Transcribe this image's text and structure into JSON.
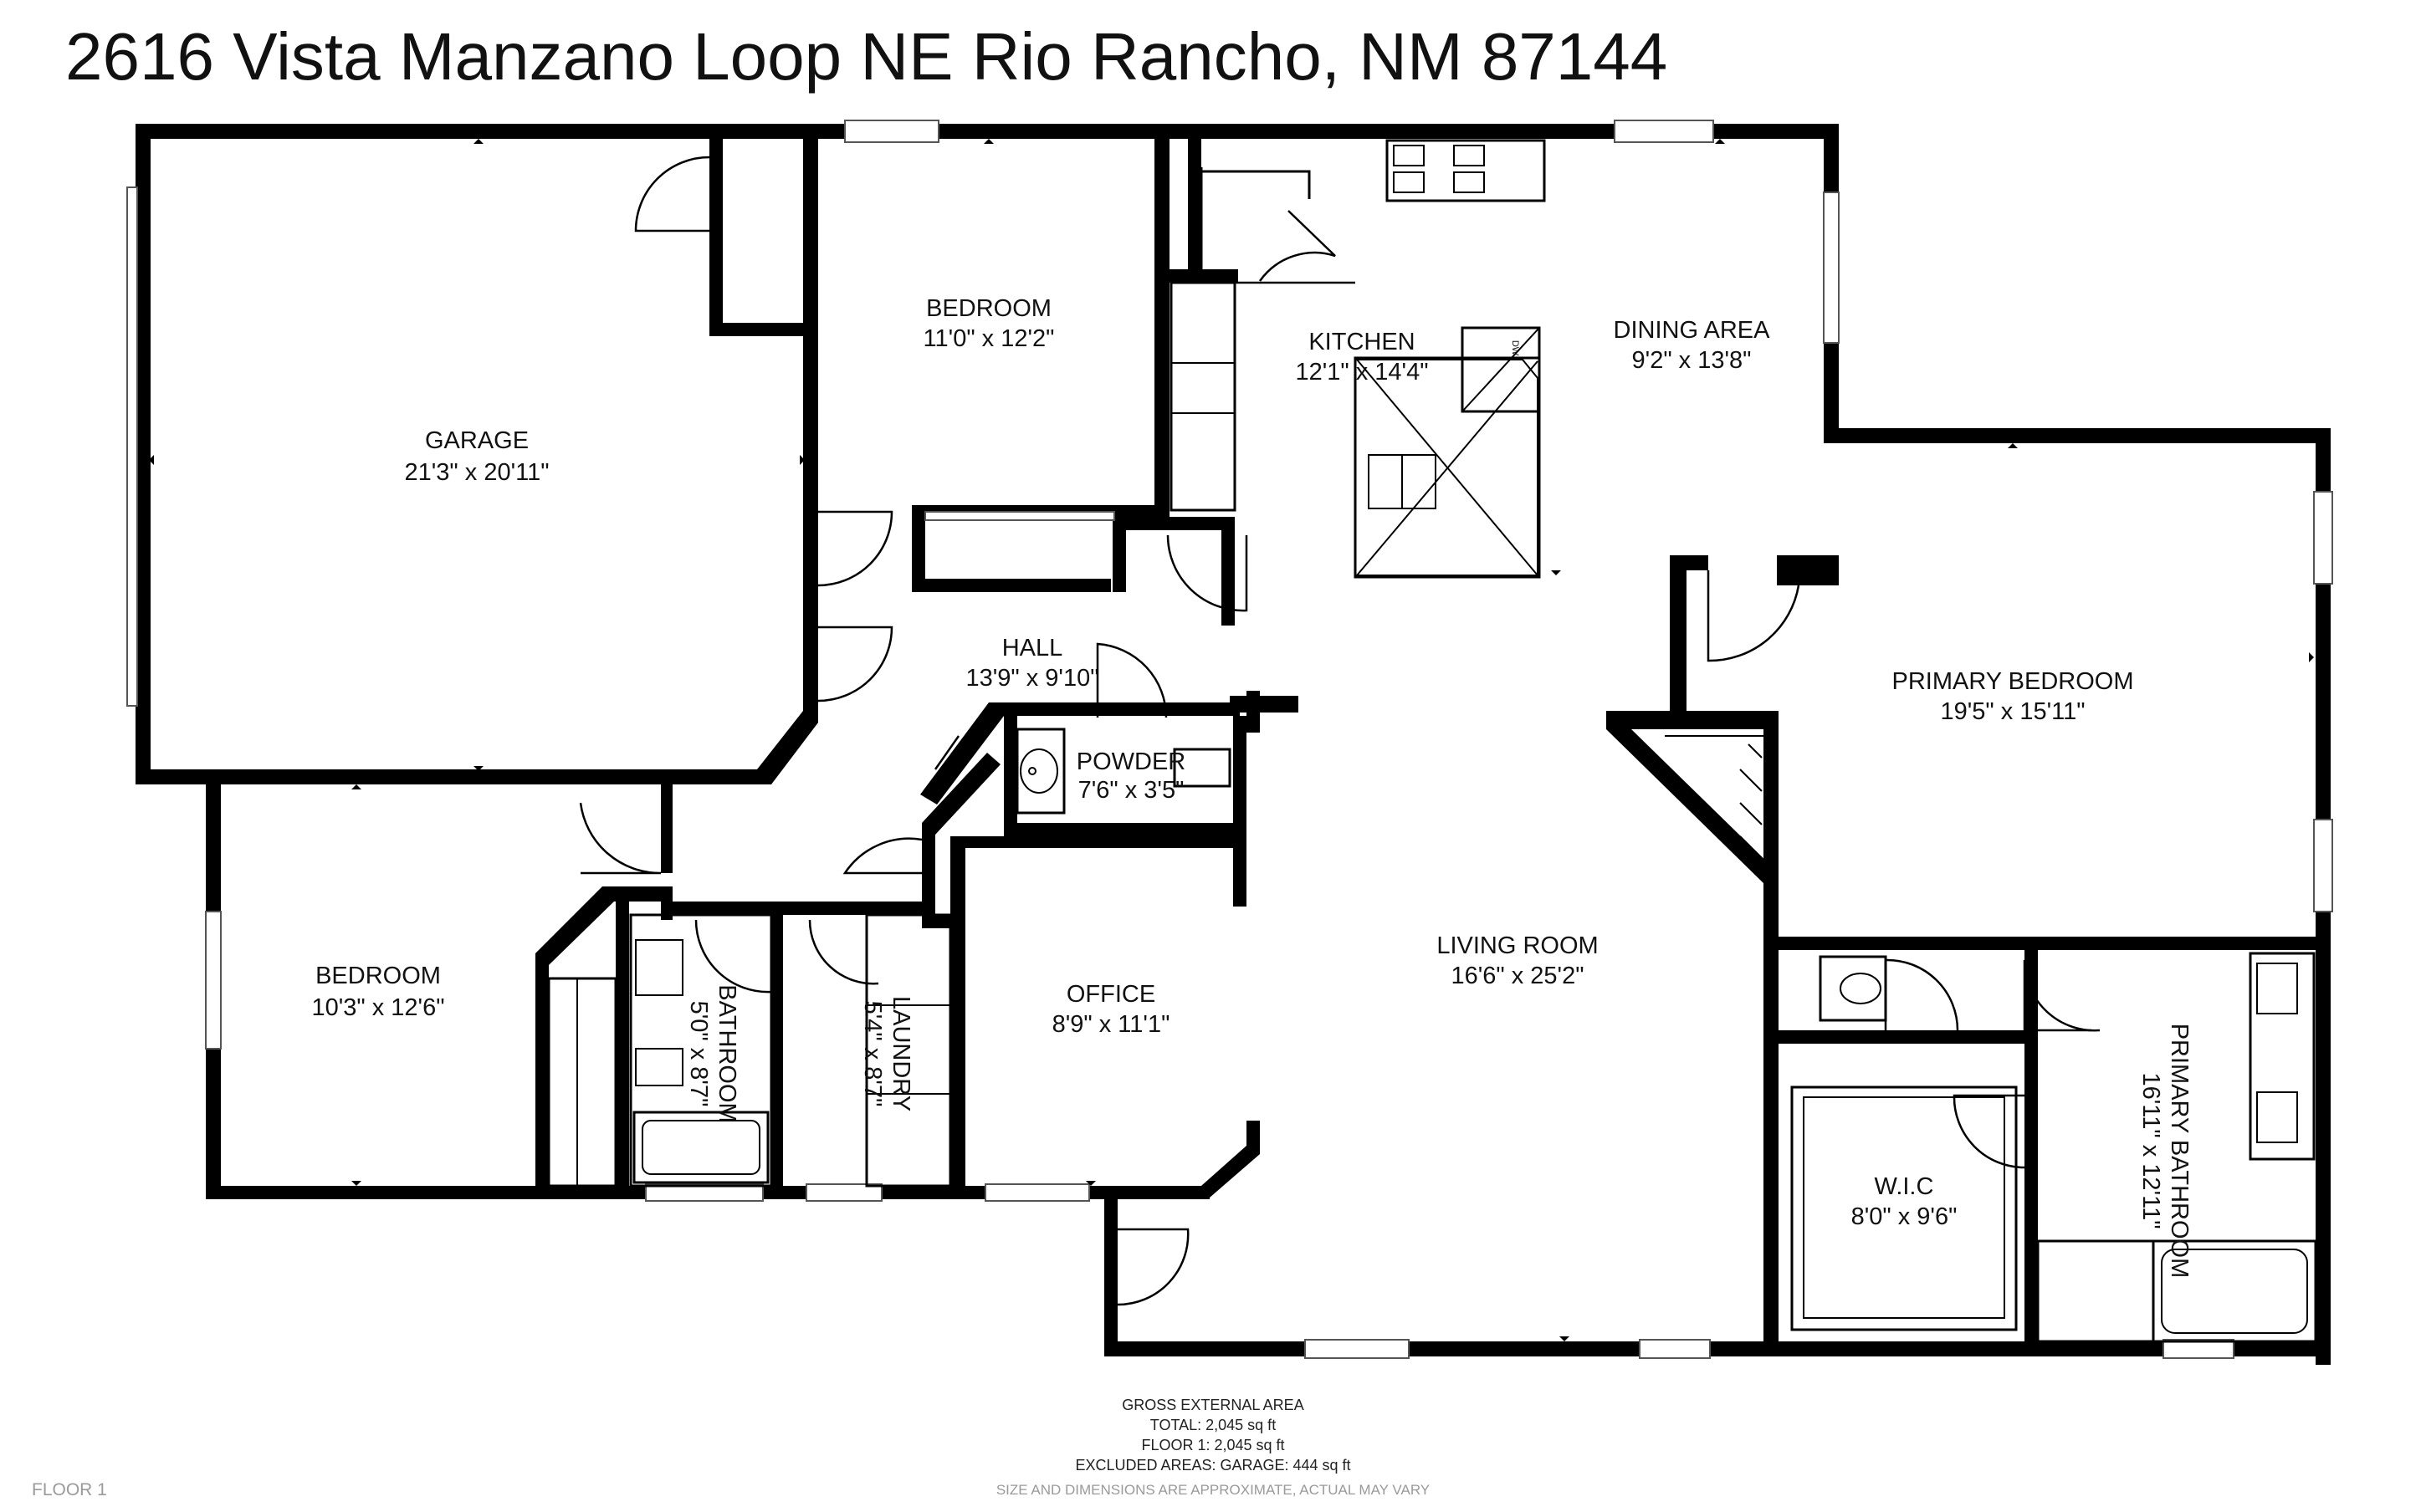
{
  "title": "2616 Vista Manzano Loop NE Rio Rancho, NM 87144",
  "rooms": {
    "garage": {
      "name": "GARAGE",
      "dims": "21'3\" x 20'11\""
    },
    "bedroom_top": {
      "name": "BEDROOM",
      "dims": "11'0\" x 12'2\""
    },
    "kitchen": {
      "name": "KITCHEN",
      "dims": "12'1\" x 14'4\""
    },
    "dining": {
      "name": "DINING AREA",
      "dims": "9'2\" x 13'8\""
    },
    "hall": {
      "name": "HALL",
      "dims": "13'9\" x 9'10\""
    },
    "powder": {
      "name": "POWDER",
      "dims": "7'6\" x 3'5\""
    },
    "primary_bedroom": {
      "name": "PRIMARY BEDROOM",
      "dims": "19'5\" x 15'11\""
    },
    "bedroom_bottom": {
      "name": "BEDROOM",
      "dims": "10'3\" x 12'6\""
    },
    "bathroom": {
      "name": "BATHROOM",
      "dims": "5'0\" x 8'7\""
    },
    "laundry": {
      "name": "LAUNDRY",
      "dims": "5'4\" x 8'7\""
    },
    "office": {
      "name": "OFFICE",
      "dims": "8'9\" x 11'1\""
    },
    "living": {
      "name": "LIVING ROOM",
      "dims": "16'6\" x 25'2\""
    },
    "wic": {
      "name": "W.I.C",
      "dims": "8'0\" x 9'6\""
    },
    "primary_bathroom": {
      "name": "PRIMARY BATHROOM",
      "dims": "16'11\" x 12'11\""
    }
  },
  "dishwasher_label": "DW",
  "area_notes": {
    "heading": "GROSS EXTERNAL AREA",
    "total": "TOTAL: 2,045 sq ft",
    "floor1": "FLOOR 1: 2,045 sq ft",
    "excluded": "EXCLUDED AREAS: GARAGE: 444 sq ft"
  },
  "disclaimer": "SIZE AND DIMENSIONS ARE APPROXIMATE, ACTUAL MAY VARY",
  "floor_label": "FLOOR 1"
}
